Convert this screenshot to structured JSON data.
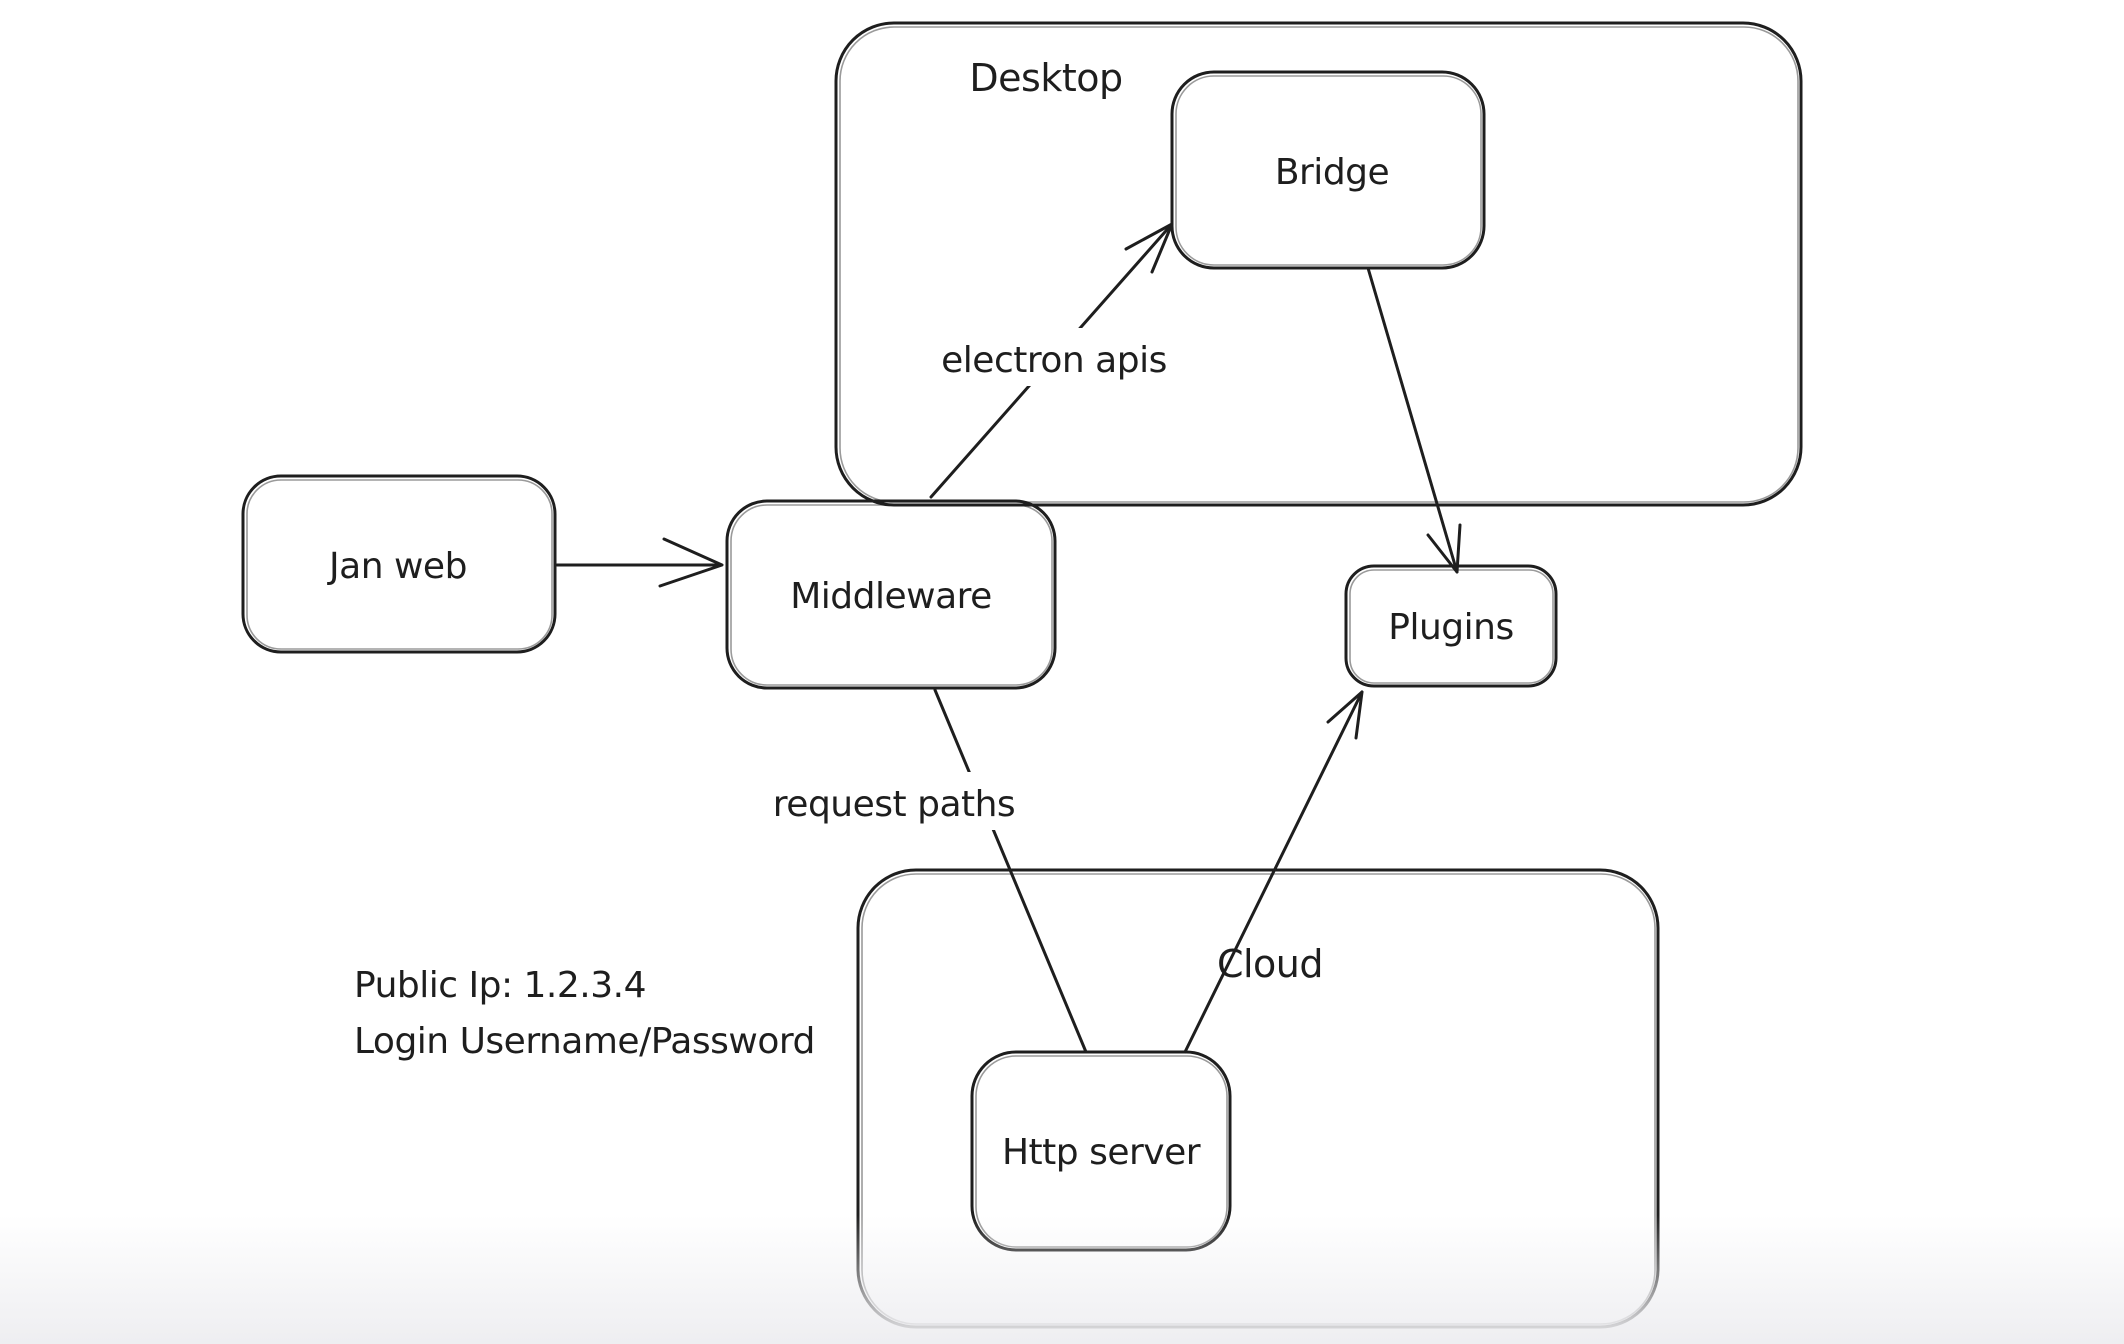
{
  "canvas": {
    "background_color": "#ffffff",
    "stroke_color": "#1e1e1e",
    "bottom_fade_color": "#eeeef1"
  },
  "diagram": {
    "containers": [
      {
        "id": "desktop",
        "label": "Desktop"
      },
      {
        "id": "cloud",
        "label": "Cloud"
      }
    ],
    "nodes": [
      {
        "id": "jan-web",
        "label": "Jan web"
      },
      {
        "id": "middleware",
        "label": "Middleware"
      },
      {
        "id": "bridge",
        "label": "Bridge"
      },
      {
        "id": "plugins",
        "label": "Plugins"
      },
      {
        "id": "http-server",
        "label": "Http server"
      }
    ],
    "edges": [
      {
        "from": "jan-web",
        "to": "middleware",
        "label": "",
        "arrowhead": "end"
      },
      {
        "from": "middleware",
        "to": "bridge",
        "label": "electron apis",
        "arrowhead": "end"
      },
      {
        "from": "bridge",
        "to": "plugins",
        "label": "",
        "arrowhead": "end"
      },
      {
        "from": "middleware",
        "to": "http-server",
        "label": "request paths",
        "arrowhead": "none"
      },
      {
        "from": "http-server",
        "to": "plugins",
        "label": "",
        "arrowhead": "end"
      }
    ],
    "note": {
      "line1": "Public Ip: 1.2.3.4",
      "line2": "Login Username/Password"
    }
  }
}
